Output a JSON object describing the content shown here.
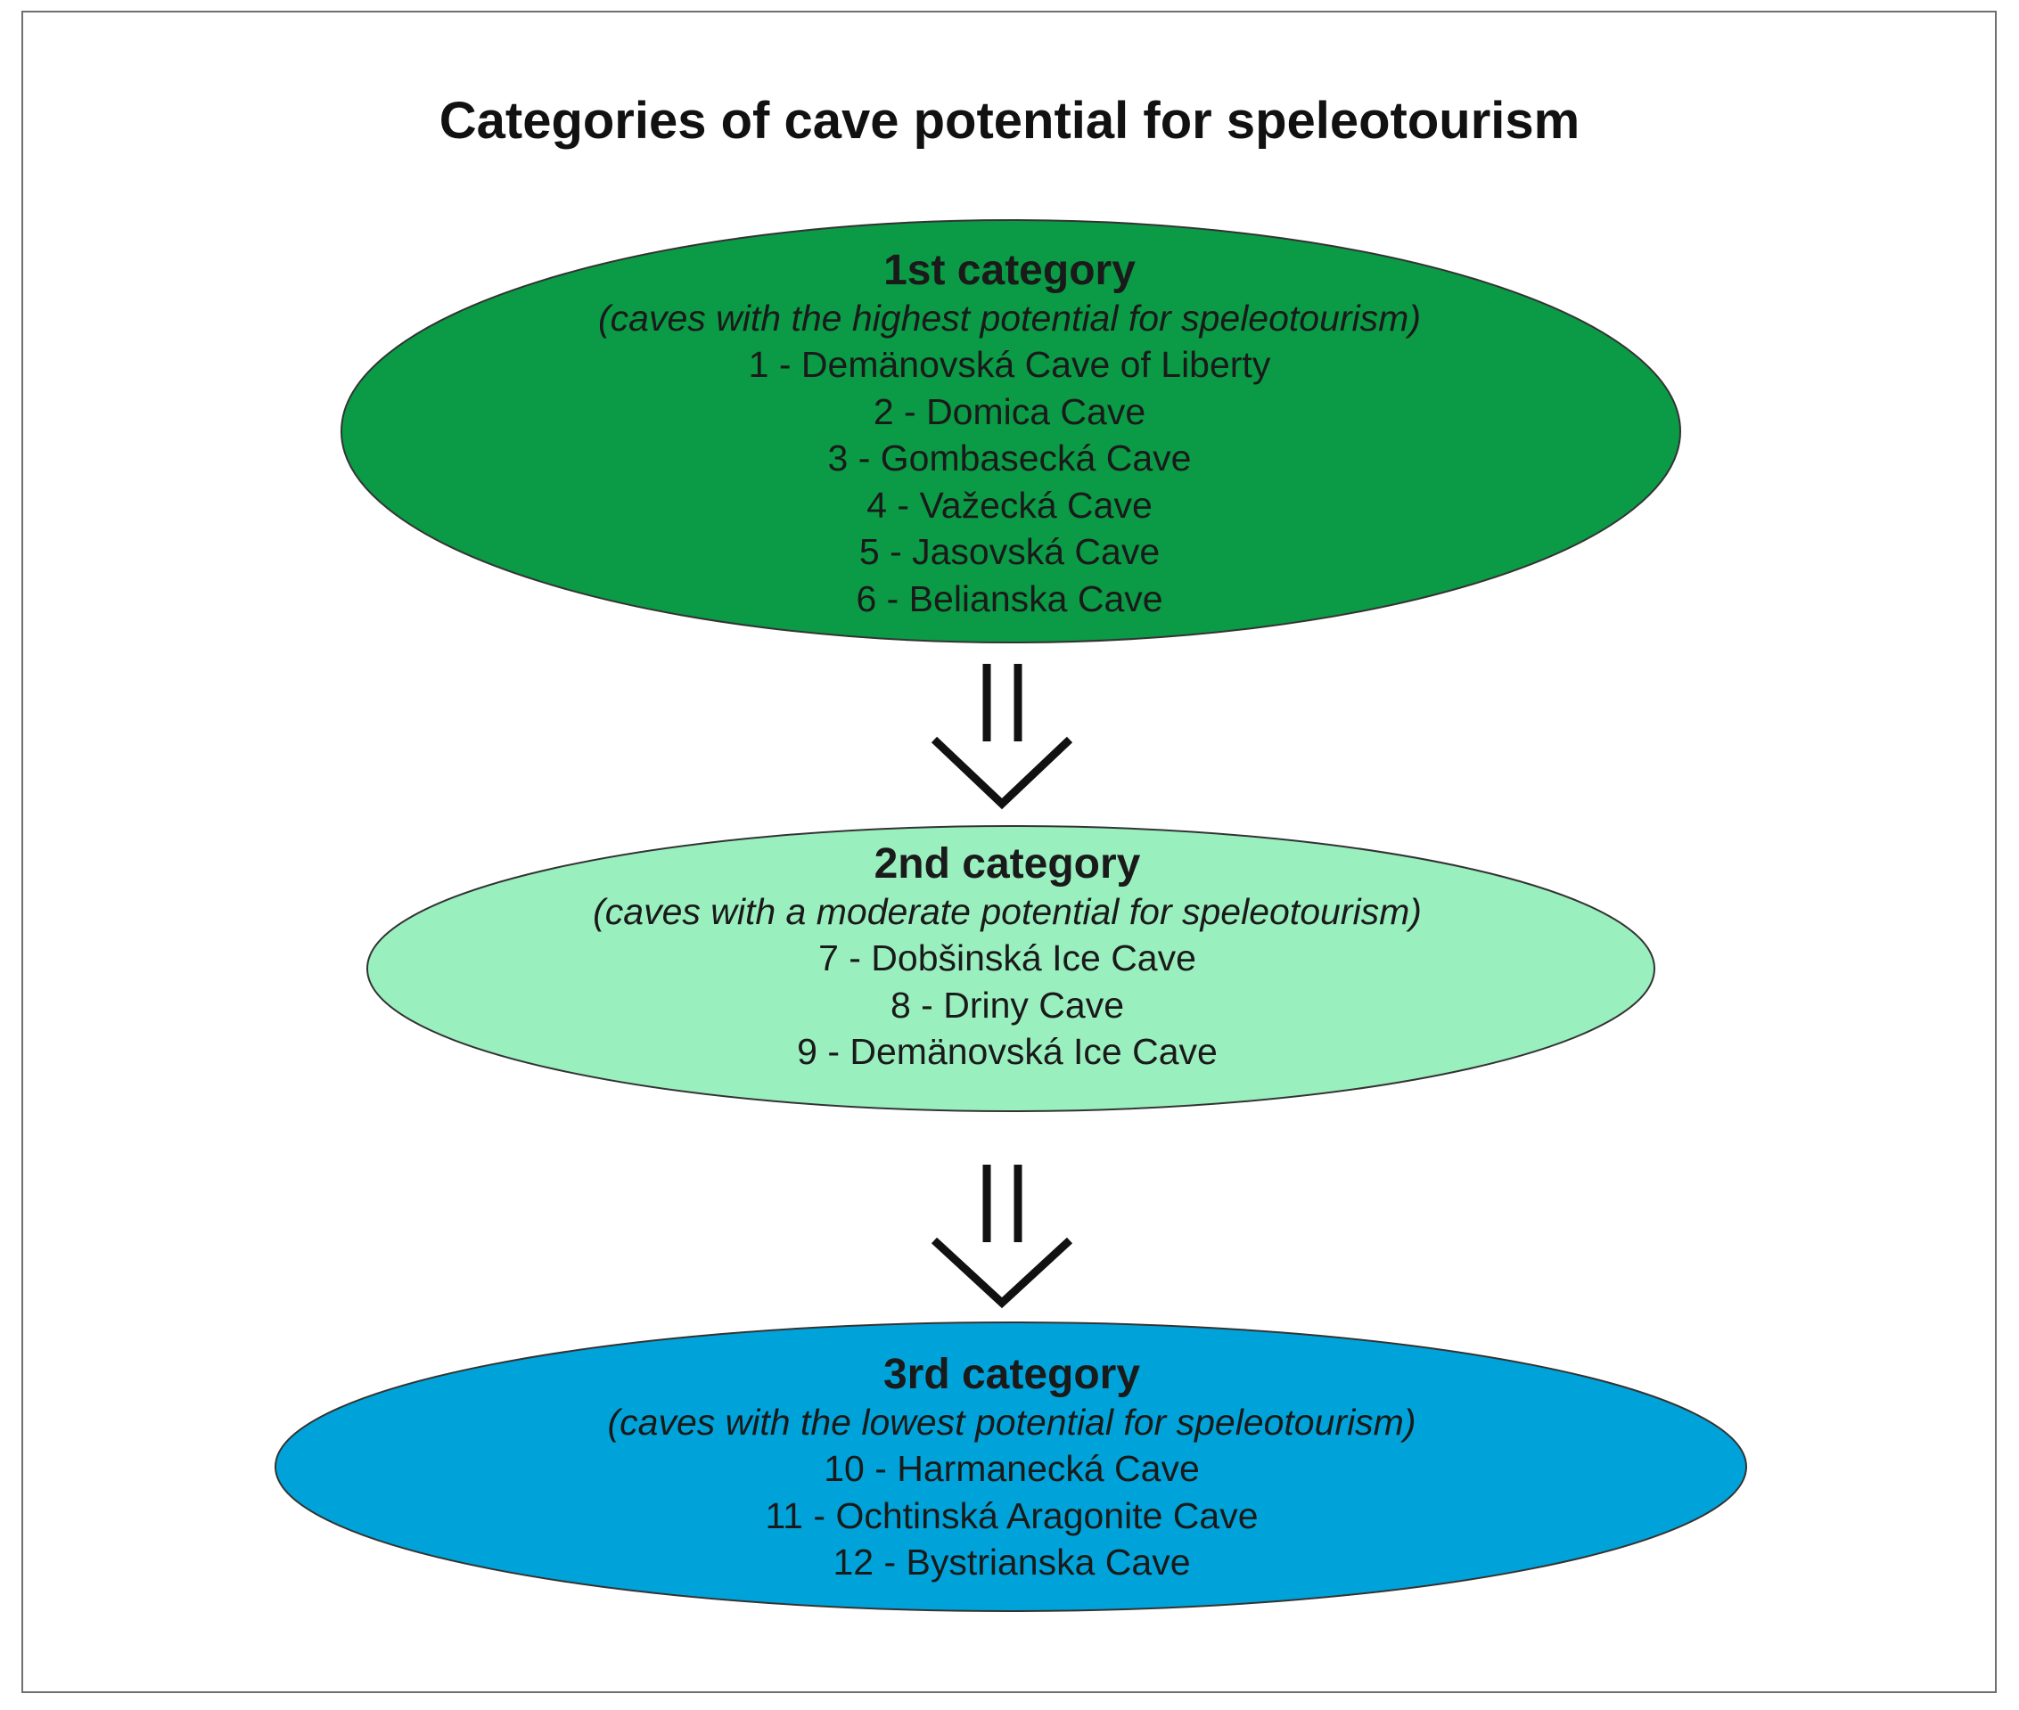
{
  "title": "Categories of cave potential for speleotourism",
  "colors": {
    "category_1": "#0b9a45",
    "category_2": "#9aefbf",
    "category_3": "#00a3d9",
    "outline": "#333333",
    "arrow": "#111111"
  },
  "categories": [
    {
      "label": "1st category",
      "description": "(caves with the highest potential for speleotourism)",
      "caves": [
        "1 - Demänovská Cave of Liberty",
        "2 - Domica Cave",
        "3 - Gombasecká Cave",
        "4 - Važecká Cave",
        "5 - Jasovská Cave",
        "6 - Belianska Cave"
      ]
    },
    {
      "label": "2nd category",
      "description": "(caves with a moderate potential for speleotourism)",
      "caves": [
        "7 - Dobšinská Ice Cave",
        "8 - Driny Cave",
        "9 - Demänovská Ice Cave"
      ]
    },
    {
      "label": "3rd category",
      "description": "(caves with the lowest potential for speleotourism)",
      "caves": [
        "10 - Harmanecká Cave",
        "11 - Ochtinská Aragonite Cave",
        "12 - Bystrianska Cave"
      ]
    }
  ]
}
